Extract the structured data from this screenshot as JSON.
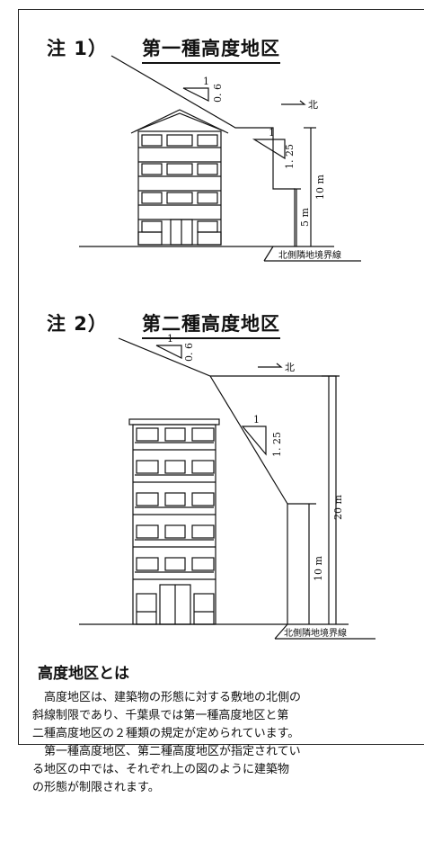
{
  "fig1": {
    "label": "注 1）",
    "name": "第一種高度地区",
    "slope1_rise": "1",
    "slope1_run": "0. 6",
    "slope2_rise": "1",
    "slope2_run": "1. 25",
    "north": "北",
    "dim_outer": "10 m",
    "dim_inner": "5 m",
    "boundary": "北側隣地境界線"
  },
  "fig2": {
    "label": "注 2）",
    "name": "第二種高度地区",
    "slope1_rise": "1",
    "slope1_run": "0. 6",
    "slope2_rise": "1",
    "slope2_run": "1. 25",
    "north": "北",
    "dim_outer": "20 m",
    "dim_inner": "10 m",
    "boundary": "北側隣地境界線"
  },
  "description": {
    "title": "高度地区とは",
    "lines": [
      "　高度地区は、建築物の形態に対する敷地の北側の",
      "斜線制限であり、千葉県では第一種高度地区と第",
      "二種高度地区の２種類の規定が定められています。",
      "　第一種高度地区、第二種高度地区が指定されてい",
      "る地区の中では、それぞれ上の図のように建築物",
      "の形態が制限されます。"
    ]
  }
}
